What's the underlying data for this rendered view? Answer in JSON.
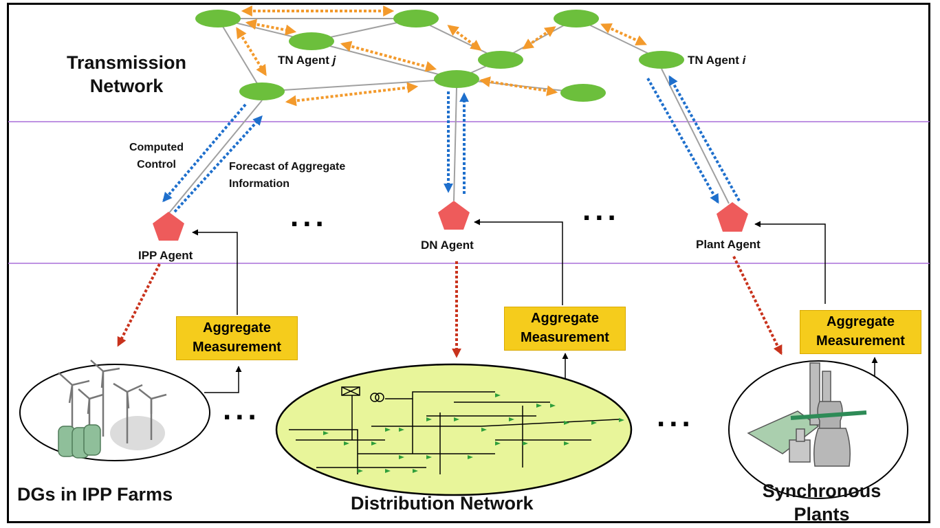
{
  "layers": {
    "transmission": "Transmission Network",
    "dgs": "DGs in IPP Farms",
    "distribution": "Distribution Network",
    "synchronous": "Synchronous Plants"
  },
  "tn_agents": {
    "j_label": "TN Agent",
    "j_index": "j",
    "i_label": "TN Agent",
    "i_index": "i"
  },
  "agents": {
    "ipp": "IPP Agent",
    "dn": "DN Agent",
    "plant": "Plant Agent"
  },
  "signals": {
    "computed_control": "Computed Control",
    "forecast": "Forecast of Aggregate Information"
  },
  "aggregate": {
    "line1": "Aggregate",
    "line2": "Measurement"
  },
  "ellipsis": "...",
  "colors": {
    "tn_node": "#6cbf3c",
    "agent": "#ee5b5b",
    "peer_arrow": "#f39a2c",
    "comm_arrow": "#1e6fcc",
    "control_arrow": "#c8321c",
    "aggregate_box": "#f5cc1c",
    "dn_fill": "#e8f59a",
    "layer_line": "#a86fd8"
  },
  "icons": [
    "wind-turbine-icon",
    "power-plant-icon",
    "network-tree-icon",
    "pentagon-agent-icon"
  ]
}
